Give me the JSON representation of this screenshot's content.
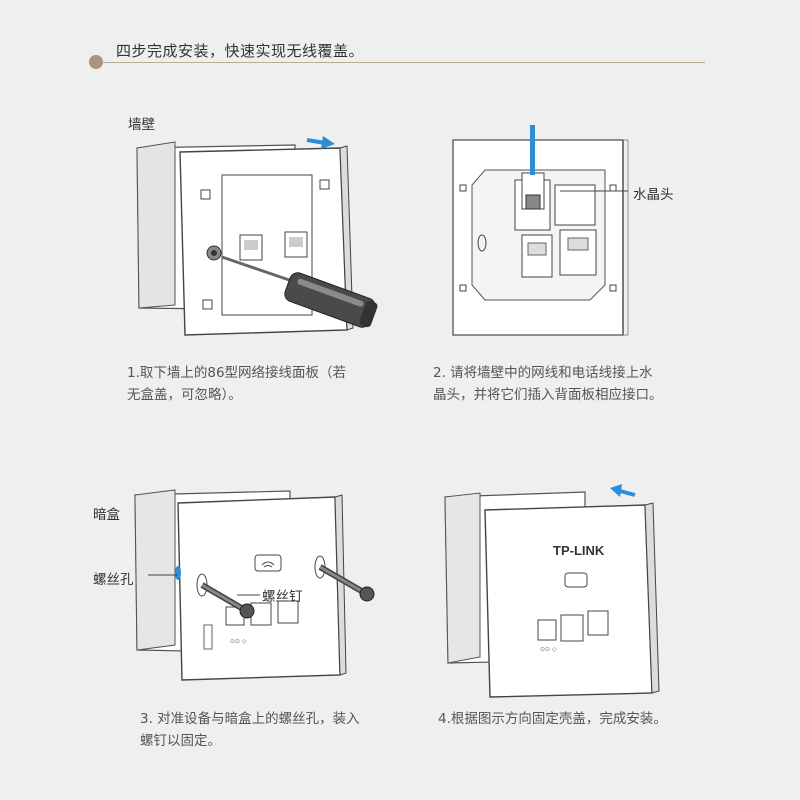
{
  "header": {
    "title": "四步完成安装，快速实现无线覆盖。"
  },
  "steps": [
    {
      "label_wall": "墙壁",
      "caption_line1": "1.取下墙上的86型网络接线面板（若",
      "caption_line2": "无盒盖，可忽略）。"
    },
    {
      "label_connector": "水晶头",
      "caption_line1": "2. 请将墙壁中的网线和电话线接上水",
      "caption_line2": "晶头，并将它们插入背面板相应接口。"
    },
    {
      "label_box": "暗盒",
      "label_hole": "螺丝孔",
      "label_screw": "螺丝钉",
      "caption_line1": "3. 对准设备与暗盒上的螺丝孔，装入",
      "caption_line2": "螺钉以固定。"
    },
    {
      "brand_logo": "TP-LINK",
      "caption_line1": "4.根据图示方向固定壳盖，完成安装。"
    }
  ],
  "colors": {
    "accent_arrow": "#2a8fd6",
    "header_dot": "#a79580",
    "cable": "#2a8fd6"
  }
}
